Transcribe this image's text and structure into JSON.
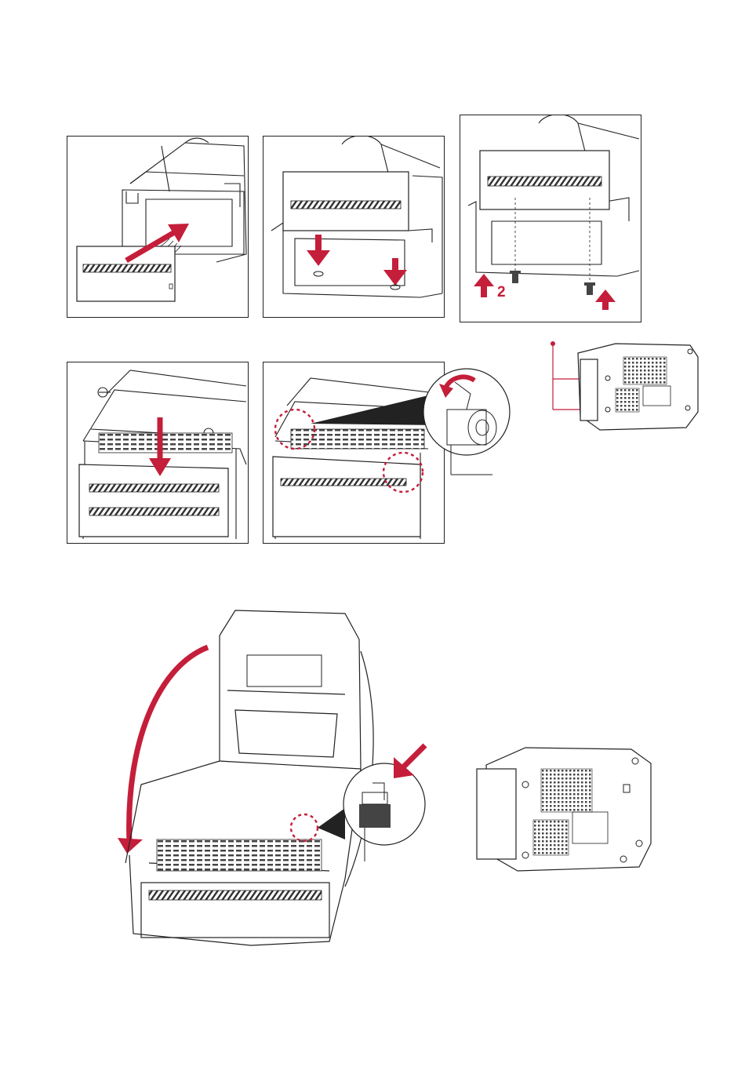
{
  "colors": {
    "accent": "#c41e3a",
    "line": "#222222",
    "hatch": "#333333"
  },
  "panels": {
    "step1": {
      "name": "insert-cutter-module"
    },
    "step2": {
      "name": "lower-cutter-module"
    },
    "step3": {
      "name": "fasten-screws",
      "label": "2"
    },
    "step4": {
      "name": "press-down-cover"
    },
    "step5": {
      "name": "check-latches"
    }
  },
  "scenes": {
    "bottom_view_small": {
      "name": "printer-bottom-view-small"
    },
    "open_printer": {
      "name": "open-printer-close-cover"
    },
    "bottom_view_large": {
      "name": "printer-bottom-view-large"
    }
  }
}
